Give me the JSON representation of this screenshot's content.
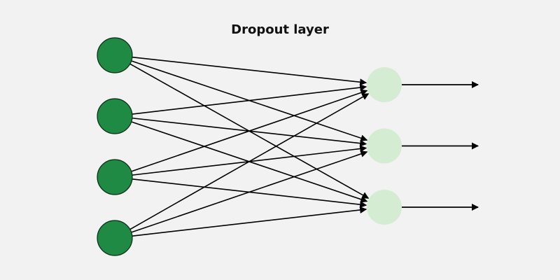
{
  "title": "Dropout layer",
  "colors": {
    "background": "#f2f2f2",
    "input_node_fill": "#1e8a43",
    "input_node_stroke": "#0b2b15",
    "output_node_fill": "#d4ecd1",
    "edge": "#000000"
  },
  "network": {
    "input_nodes": 4,
    "output_nodes": 3,
    "fully_connected": true,
    "output_arrows": 3
  }
}
